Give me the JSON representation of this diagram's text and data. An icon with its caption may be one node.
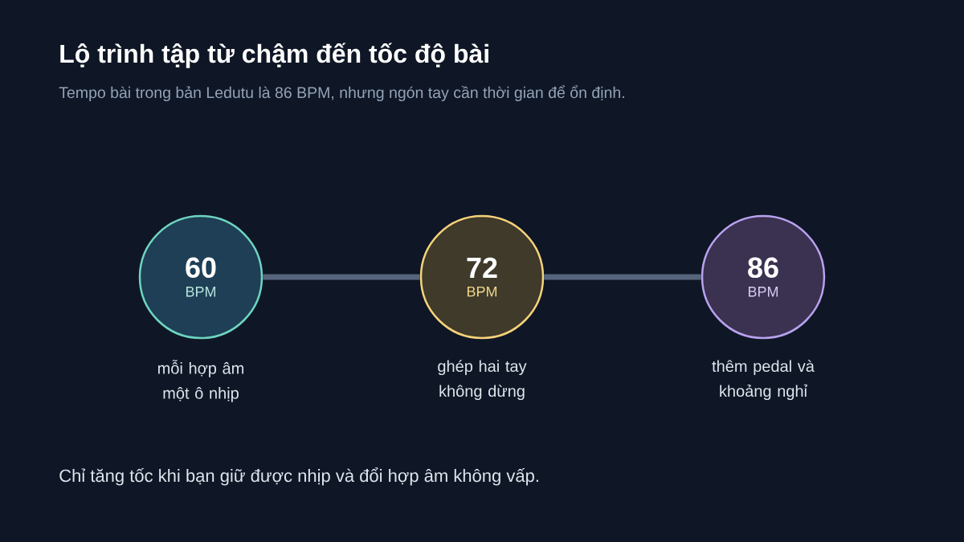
{
  "diagram": {
    "title": "Lộ trình tập từ chậm đến tốc độ bài",
    "caption": "Chỉ tăng tốc khi bạn giữ được nhịp và đổi hợp âm không vấp.",
    "labels": [
      "Tempo bài trong bản Ledutu là 86 BPM, nhưng ngón tay cần thời gian để ổn định."
    ],
    "nodes": [
      {
        "text": [
          "60",
          "BPM"
        ],
        "beside": [
          "mỗi hợp âm một ô nhịp"
        ]
      },
      {
        "text": [
          "72",
          "BPM"
        ],
        "beside": [
          "ghép hai tay không dừng"
        ]
      },
      {
        "text": [
          "86",
          "BPM"
        ],
        "beside": [
          "thêm pedal và khoảng nghỉ"
        ]
      }
    ],
    "edges": [
      {
        "from": 0,
        "to": 1,
        "arrow": "none"
      },
      {
        "from": 1,
        "to": 2,
        "arrow": "none"
      }
    ]
  }
}
